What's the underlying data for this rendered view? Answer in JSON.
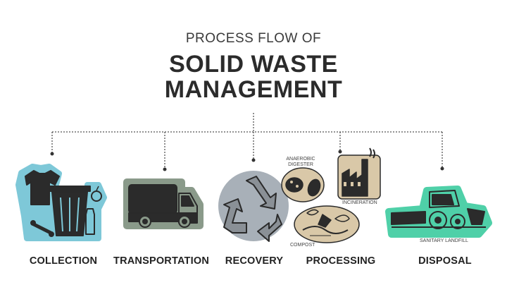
{
  "title": {
    "line1": "PROCESS FLOW OF",
    "line2": "SOLID WASTE",
    "line3": "MANAGEMENT"
  },
  "colors": {
    "collection": "#7ec8d8",
    "transportation": "#8a9a8a",
    "recovery": "#a8b0b8",
    "processing": "#d9c8a8",
    "disposal": "#4fd0a8",
    "outline": "#2a2a2a"
  },
  "stages": [
    {
      "label": "COLLECTION",
      "icon": "trash-can-icon"
    },
    {
      "label": "TRANSPORTATION",
      "icon": "truck-icon"
    },
    {
      "label": "RECOVERY",
      "icon": "recycle-icon"
    },
    {
      "label": "PROCESSING",
      "icon": "processing-icon"
    },
    {
      "label": "DISPOSAL",
      "icon": "bulldozer-icon"
    }
  ],
  "processing": {
    "anaerobic": "ANAEROBIC\nDIGESTER",
    "incineration": "INCINERATION",
    "compost": "COMPOST"
  },
  "disposal": {
    "sanitary": "SANITARY LANDFILL"
  }
}
